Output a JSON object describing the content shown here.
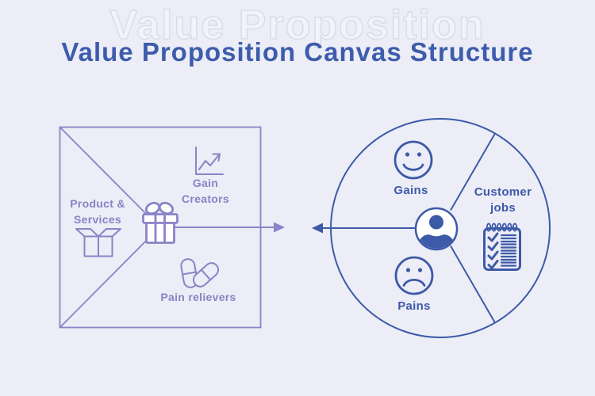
{
  "page": {
    "background_color": "#ECEDF6"
  },
  "header": {
    "ghost_title": "Value Proposition",
    "title": "Value Proposition Canvas Structure",
    "title_color": "#3E5CAC"
  },
  "value_map": {
    "name": "value map square",
    "line_color": "#8B83C7",
    "labels": {
      "product_services": "Product &\nServices",
      "gain_creators": "Gain\nCreators",
      "pain_relievers": "Pain relievers"
    },
    "icons": {
      "center": "gift-icon",
      "product_services": "open-box-icon",
      "gain_creators": "growth-chart-icon",
      "pain_relievers": "pills-icon"
    }
  },
  "customer_profile": {
    "name": "customer profile circle",
    "line_color": "#3D5AA8",
    "labels": {
      "gains": "Gains",
      "customer_jobs": "Customer\njobs",
      "pains": "Pains"
    },
    "icons": {
      "center": "person-icon",
      "gains": "smiley-face-icon",
      "customer_jobs": "checklist-icon",
      "pains": "sad-face-icon"
    }
  }
}
